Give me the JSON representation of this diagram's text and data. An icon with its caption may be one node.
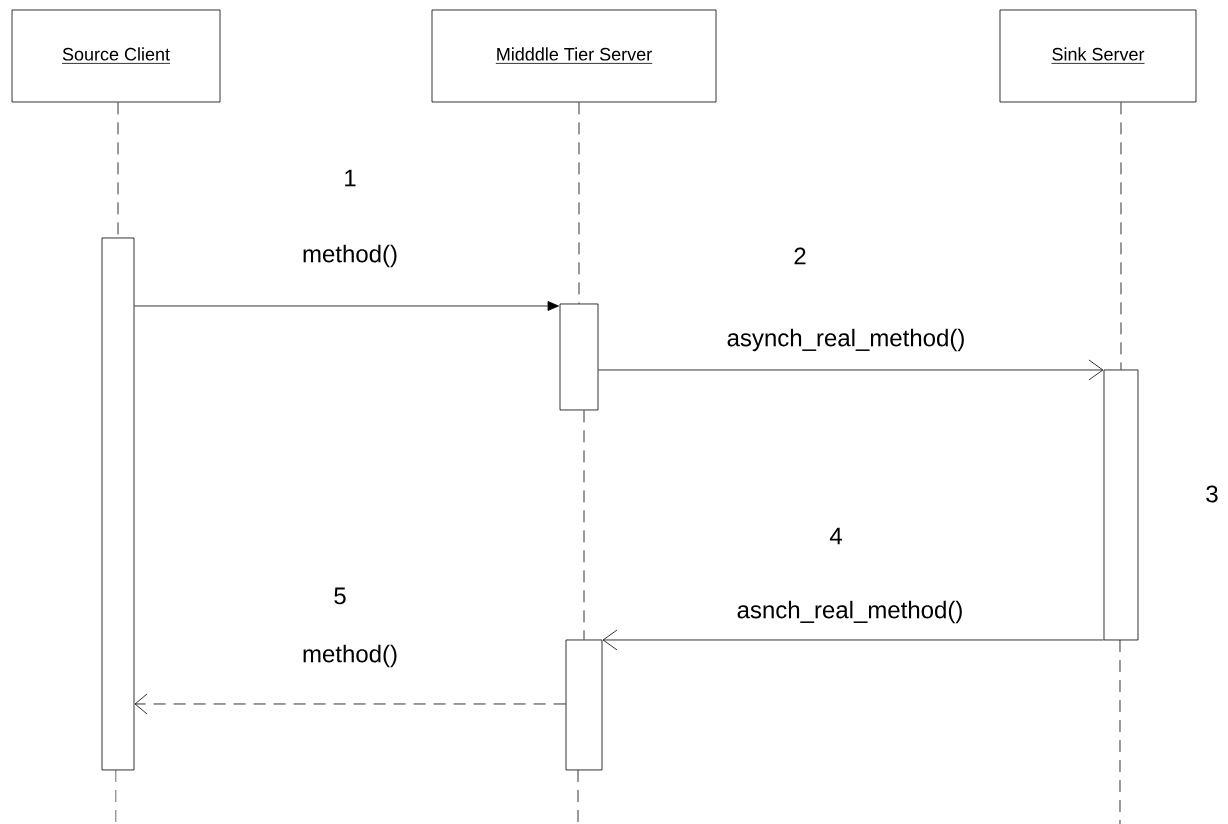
{
  "diagram": {
    "nodes": [
      {
        "text": [
          "Source Client"
        ]
      },
      {
        "text": [
          "Midddle Tier Server"
        ]
      },
      {
        "text": [
          "Sink Server"
        ]
      },
      {
        "text": [],
        "shape": "bar"
      },
      {
        "text": [],
        "shape": "bar"
      },
      {
        "text": [],
        "shape": "bar"
      },
      {
        "text": [],
        "shape": "bar"
      }
    ],
    "edges": [
      {
        "from": 3,
        "to": 4,
        "arrow": "to",
        "label": "method()"
      },
      {
        "from": 4,
        "to": 5,
        "arrow": "to",
        "label": "asynch_real_method()"
      },
      {
        "from": 5,
        "to": 6,
        "arrow": "to",
        "label": "asnch_real_method()"
      },
      {
        "from": 6,
        "to": 3,
        "arrow": "to",
        "label": "method()",
        "style": "dashed"
      },
      {
        "from": 0,
        "to": 3,
        "arrow": "none",
        "style": "dashed"
      },
      {
        "from": 1,
        "to": 4,
        "arrow": "none",
        "style": "dashed"
      },
      {
        "from": 4,
        "to": 6,
        "arrow": "none",
        "style": "dashed"
      },
      {
        "from": 2,
        "to": 5,
        "arrow": "none",
        "style": "dashed"
      }
    ],
    "labels": [
      "1",
      "2",
      "3",
      "4",
      "5"
    ]
  }
}
